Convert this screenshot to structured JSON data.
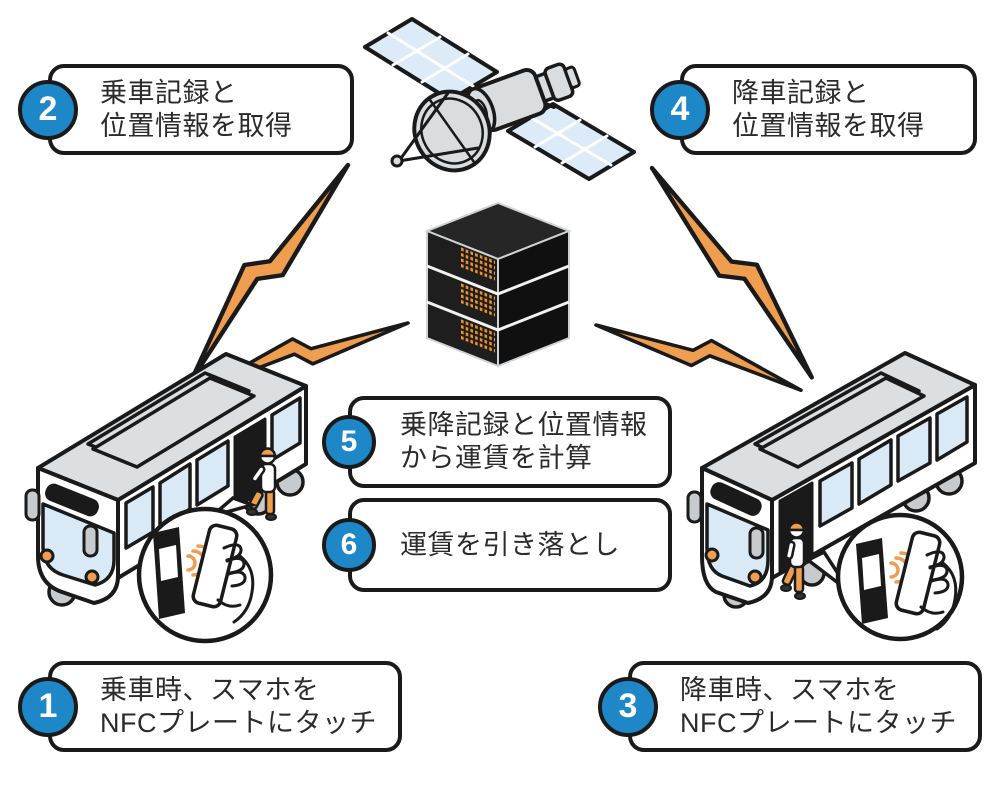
{
  "diagram": {
    "steps": [
      {
        "number": "1",
        "lines": [
          "乗車時、スマホを",
          "NFCプレートにタッチ"
        ]
      },
      {
        "number": "2",
        "lines": [
          "乗車記録と",
          "位置情報を取得"
        ]
      },
      {
        "number": "3",
        "lines": [
          "降車時、スマホを",
          "NFCプレートにタッチ"
        ]
      },
      {
        "number": "4",
        "lines": [
          "降車記録と",
          "位置情報を取得"
        ]
      },
      {
        "number": "5",
        "lines": [
          "乗降記録と位置情報",
          "から運賃を計算"
        ]
      },
      {
        "number": "6",
        "lines": [
          "運賃を引き落とし"
        ]
      }
    ],
    "icons": {
      "satellite": "gps-satellite",
      "server": "fare-server",
      "left_bus": "boarding-bus",
      "right_bus": "alighting-bus",
      "magnifier": "nfc-plate-and-smartphone-touch"
    },
    "colors": {
      "accent_blue": "#1d87c8",
      "accent_orange": "#ef9d4f",
      "ink": "#1a1a1a",
      "window_blue": "#d9eaf6",
      "light_gray": "#dbdfe1"
    }
  }
}
